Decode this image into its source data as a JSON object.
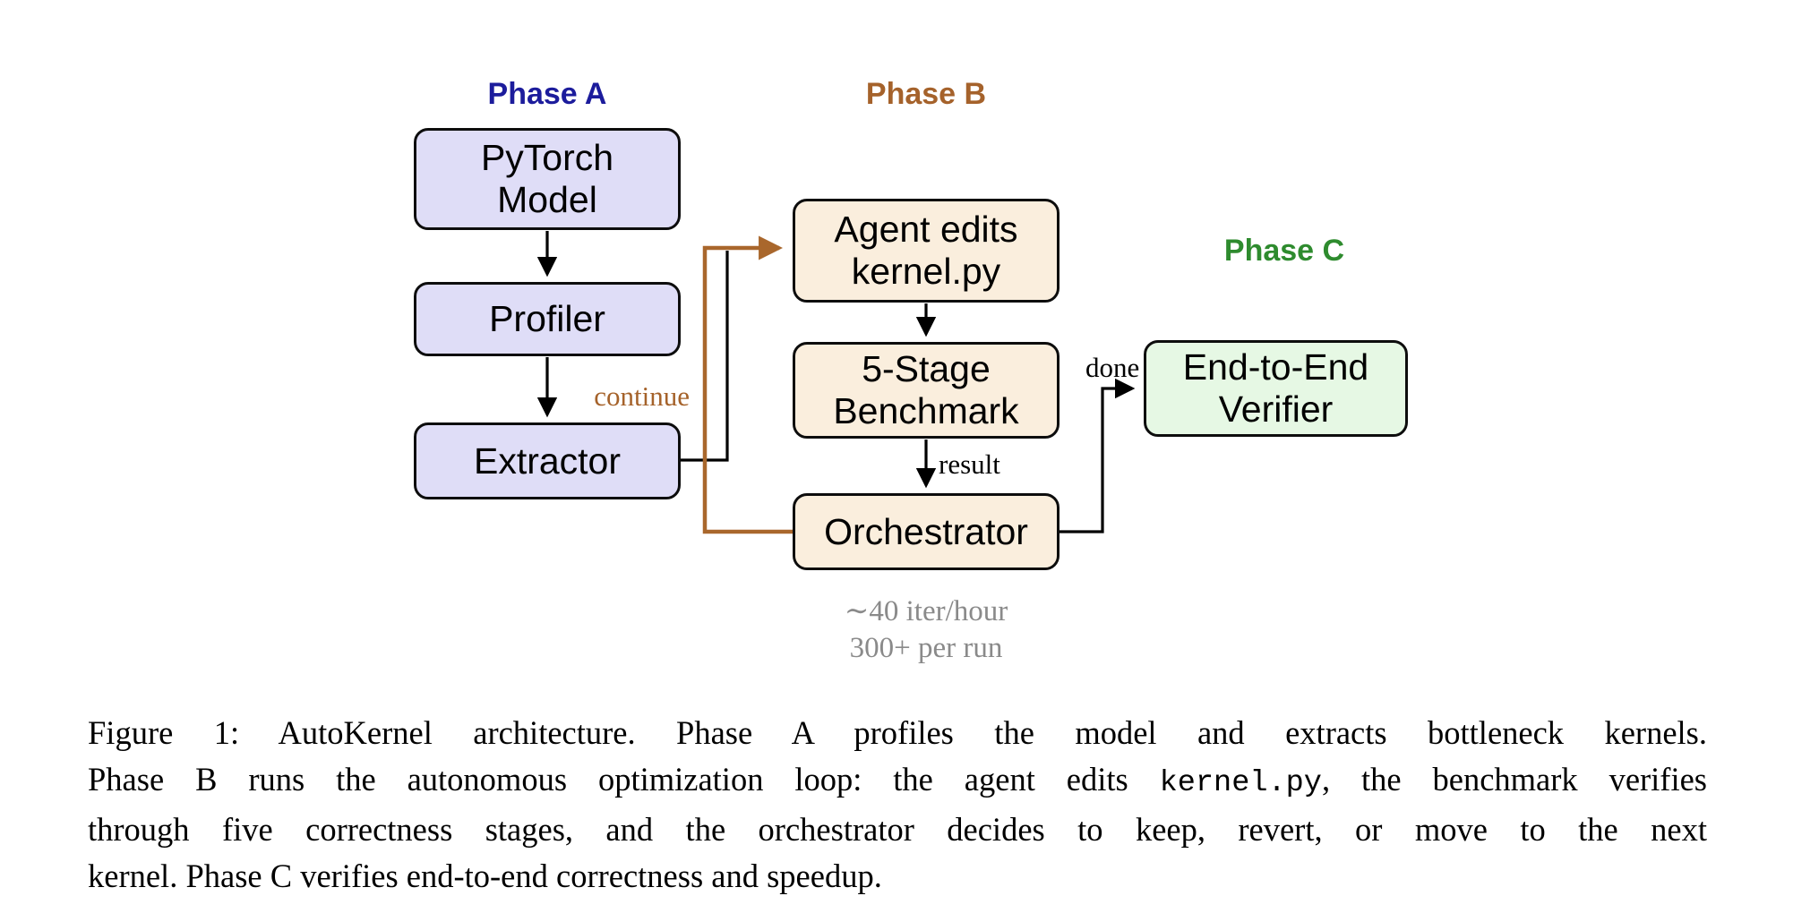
{
  "figure": {
    "phase_labels": {
      "a": {
        "text": "Phase A",
        "color": "#1c1c9c"
      },
      "b": {
        "text": "Phase B",
        "color": "#a5622b"
      },
      "c": {
        "text": "Phase C",
        "color": "#2e8b2e"
      }
    },
    "boxes": {
      "pytorch_model": {
        "label": "PyTorch\nModel",
        "fill": "#dfddf7"
      },
      "profiler": {
        "label": "Profiler",
        "fill": "#dfddf7"
      },
      "extractor": {
        "label": "Extractor",
        "fill": "#dfddf7"
      },
      "agent": {
        "label": "Agent edits\nkernel.py",
        "fill": "#faeedd"
      },
      "benchmark": {
        "label": "5-Stage\nBenchmark",
        "fill": "#faeedd"
      },
      "orchestrator": {
        "label": "Orchestrator",
        "fill": "#faeedd"
      },
      "verifier": {
        "label": "End-to-End\nVerifier",
        "fill": "#e6f8e4"
      }
    },
    "edge_labels": {
      "continue": {
        "text": "continue",
        "color": "#a5622a"
      },
      "result": {
        "text": "result",
        "color": "#000000"
      },
      "done": {
        "text": "done",
        "color": "#000000"
      }
    },
    "stats": {
      "line1": "∼40 iter/hour",
      "line2": "300+ per run",
      "color": "#8a8a8a"
    },
    "arrow_colors": {
      "black": "#000000",
      "brown": "#a9672c"
    }
  },
  "caption": {
    "line1": "Figure 1:  AutoKernel architecture.  Phase A profiles the model and extracts bottleneck kernels.",
    "line2_pre": "Phase B runs the autonomous optimization loop: the agent edits ",
    "line2_code": "kernel.py",
    "line2_post": ", the benchmark verifies",
    "line3": "through five correctness stages, and the orchestrator decides to keep, revert, or move to the next",
    "line4": "kernel. Phase C verifies end-to-end correctness and speedup."
  }
}
